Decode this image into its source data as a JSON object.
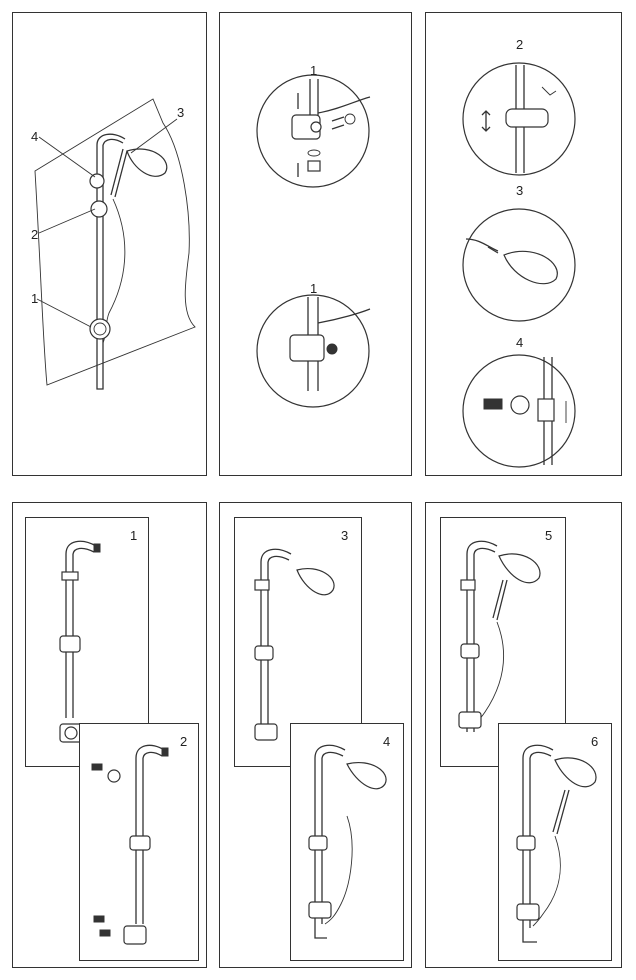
{
  "panels": {
    "overview": {
      "callouts": [
        "4",
        "3",
        "2",
        "1"
      ]
    },
    "mixer": {
      "labels": [
        "1",
        "1"
      ]
    },
    "details": {
      "labels": [
        "2",
        "3",
        "4"
      ]
    }
  },
  "steps": [
    "1",
    "2",
    "3",
    "4",
    "5",
    "6"
  ],
  "colors": {
    "line": "#333333",
    "background": "#ffffff"
  }
}
